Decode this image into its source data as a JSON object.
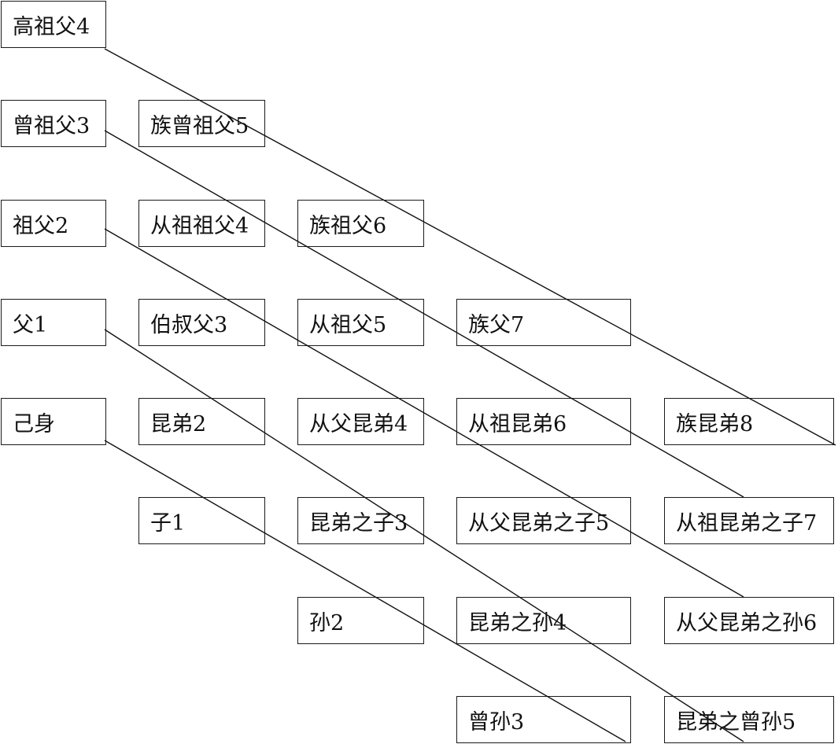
{
  "nodes": {
    "gaozufu": "高祖父4",
    "zengzufu": "曾祖父3",
    "zuzengzufu": "族曾祖父5",
    "zufu": "祖父2",
    "congzuzufu": "从祖祖父4",
    "zuzufu": "族祖父6",
    "fu": "父1",
    "boshufu": "伯叔父3",
    "congzufu": "从祖父5",
    "zufu7": "族父7",
    "jishen": "己身",
    "kundi": "昆弟2",
    "congfukundi": "从父昆弟4",
    "congzukundi": "从祖昆弟6",
    "zukundi": "族昆弟8",
    "zi": "子1",
    "kundizhizi": "昆弟之子3",
    "congfukundizhizi": "从父昆弟之子5",
    "congzukundizhizi": "从祖昆弟之子7",
    "sun": "孙2",
    "kundizhisun": "昆弟之孙4",
    "congfukundizhisun": "从父昆弟之孙6",
    "zengsun": "曾孙3",
    "kundizhizengsun": "昆弟之曾孙5"
  }
}
